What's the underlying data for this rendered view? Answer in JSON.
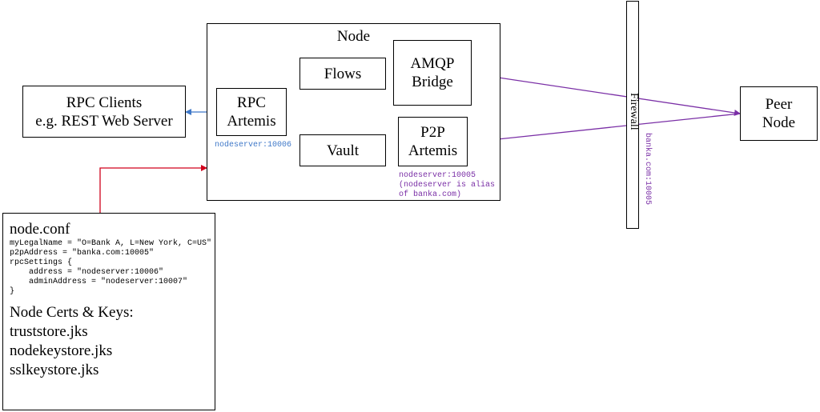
{
  "node": {
    "title": "Node",
    "rpc_artemis": "RPC\nArtemis",
    "flows": "Flows",
    "vault": "Vault",
    "amqp_bridge": "AMQP\nBridge",
    "p2p_artemis": "P2P\nArtemis",
    "rpc_address_note": "nodeserver:10006",
    "p2p_address_note": "nodeserver:10005\n(nodeserver is alias\nof banka.com)"
  },
  "rpc_clients": "RPC Clients\ne.g. REST Web Server",
  "firewall": {
    "label": "Firewall",
    "address": "banka.com:10005"
  },
  "peer_node": "Peer\nNode",
  "node_conf": {
    "title": "node.conf",
    "lines": [
      "myLegalName = \"O=Bank A, L=New York, C=US\"",
      "p2pAddress = \"banka.com:10005\"",
      "rpcSettings {",
      "    address = \"nodeserver:10006\"",
      "    adminAddress = \"nodeserver:10007\"",
      "}"
    ],
    "certs_heading": "Node Certs & Keys:",
    "certs": [
      "truststore.jks",
      "nodekeystore.jks",
      "sslkeystore.jks"
    ]
  },
  "colors": {
    "rpc_link": "#3f78c8",
    "p2p_link": "#7a2fa6",
    "config_link": "#d0021b"
  }
}
